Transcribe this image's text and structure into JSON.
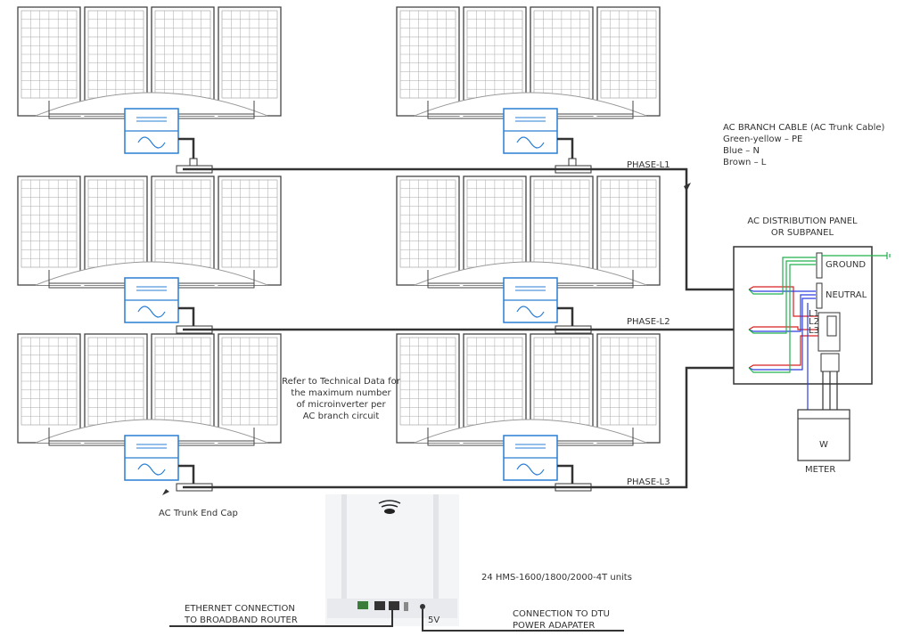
{
  "legend": {
    "title": "AC BRANCH CABLE (AC Trunk Cable)",
    "lines": [
      "Green-yellow – PE",
      "Blue – N",
      "Brown – L"
    ]
  },
  "panel": {
    "title_line1": "AC DISTRIBUTION PANEL",
    "title_line2": "OR SUBPANEL",
    "ground": "GROUND",
    "neutral": "NEUTRAL",
    "l1": "L1",
    "l2": "L2",
    "l3": "L3"
  },
  "phases": [
    "PHASE-L1",
    "PHASE-L2",
    "PHASE-L3"
  ],
  "meter": {
    "symbol": "W",
    "label": "METER"
  },
  "note": [
    "Refer to Technical Data for",
    "the maximum number",
    "of microinverter per",
    "AC branch circuit"
  ],
  "end_cap": "AC Trunk End Cap",
  "units": "24 HMS-1600/1800/2000-4T units",
  "ethernet": [
    "ETHERNET CONNECTION",
    "TO BROADBAND ROUTER"
  ],
  "dtu": [
    "CONNECTION TO DTU",
    "POWER ADAPATER"
  ],
  "voltage": "5V",
  "colors": {
    "pe": "#22b14c",
    "n": "#2b3fe0",
    "l": "#d62020",
    "inverter": "#2a7fd4",
    "cable": "#333333"
  }
}
